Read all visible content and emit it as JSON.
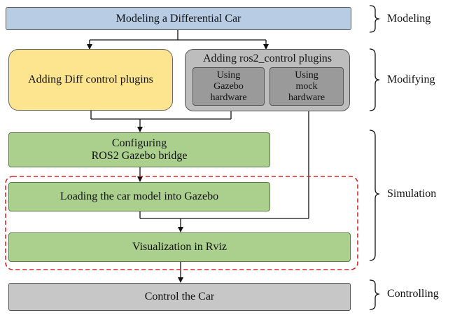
{
  "boxes": {
    "modeling": "Modeling a Differential Car",
    "diff_plugins": "Adding Diff control plugins",
    "ros2_plugins": "Adding ros2_control plugins",
    "gazebo_hw": "Using\nGazebo\nhardware",
    "mock_hw": "Using\nmock\nhardware",
    "bridge": "Configuring\nROS2 Gazebo bridge",
    "loading": "Loading the car model into Gazebo",
    "rviz": "Visualization in Rviz",
    "control": "Control the Car"
  },
  "phases": {
    "modeling": "Modeling",
    "modifying": "Modifying",
    "simulation": "Simulation",
    "controlling": "Controlling"
  },
  "colors": {
    "blue": "#b8cce4",
    "yellow": "#fde58f",
    "green": "#abd08e",
    "gray": "#c7c7c7",
    "dashed_red": "#d62728"
  }
}
